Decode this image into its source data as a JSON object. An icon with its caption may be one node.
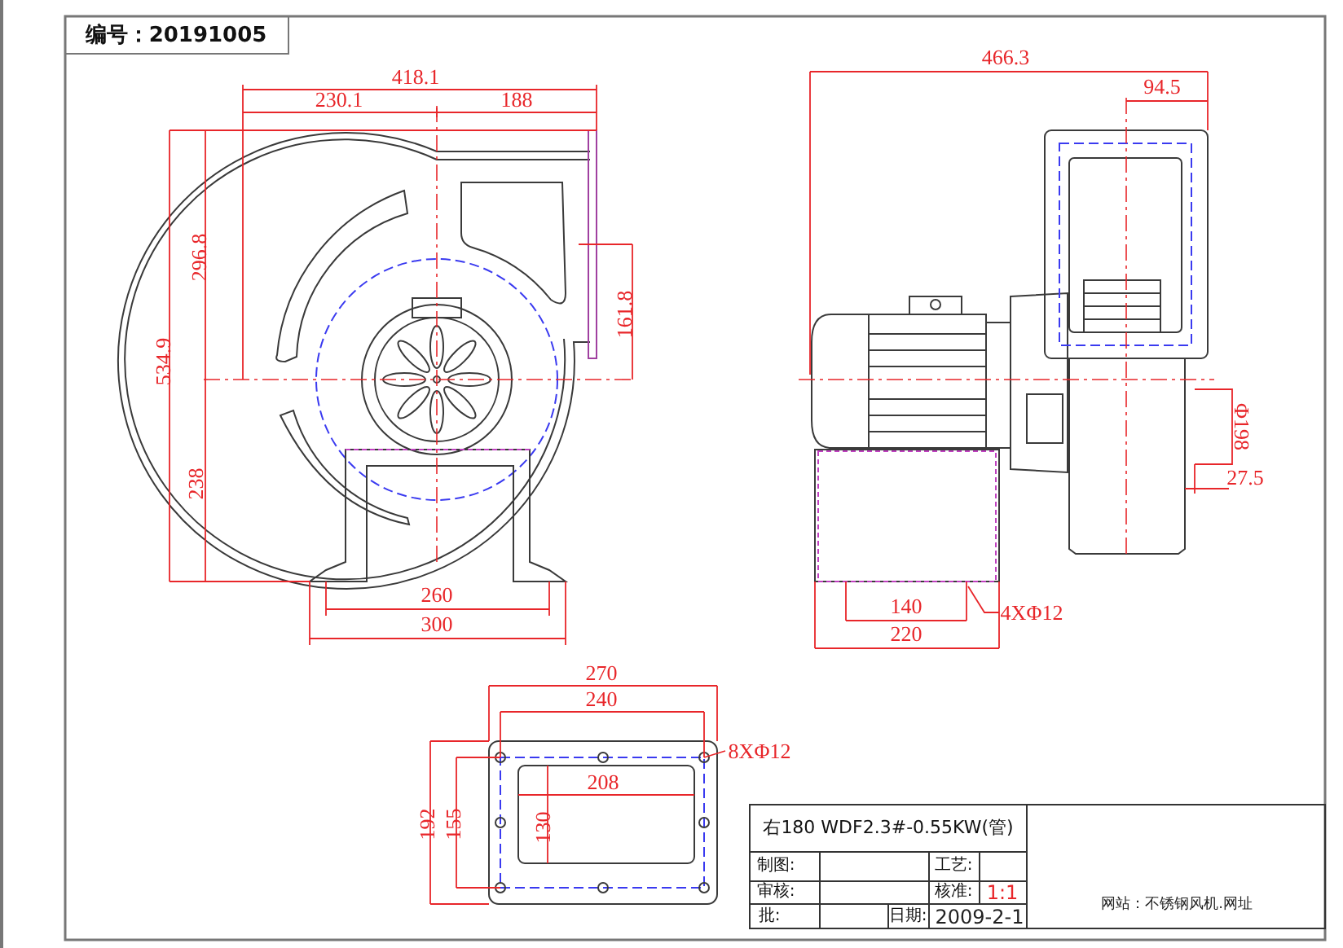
{
  "diagram": {
    "nodes": [
      {
        "text": [
          "4XΦ12"
        ]
      },
      {
        "text": [
          "8XΦ12"
        ]
      }
    ],
    "edges": [
      {
        "from": 0,
        "to": null,
        "arrow": "none"
      },
      {
        "from": 1,
        "to": null,
        "arrow": "none"
      }
    ],
    "labels": [
      "编号：20191005",
      "418.1",
      "466.3",
      "230.1",
      "188",
      "94.5",
      "296.8",
      "534.9",
      "161.8",
      "Φ198",
      "238",
      "27.5",
      "260",
      "140",
      "300",
      "220",
      "270",
      "240",
      "208",
      "192",
      "155",
      "130",
      "右180 WDF2.3#-0.55KW(管)",
      "制图:",
      "工艺:",
      "审核:",
      "核准:",
      "1:1",
      "批:",
      "日期:",
      "2009-2-1",
      "网站：不锈钢风机.网址"
    ]
  }
}
